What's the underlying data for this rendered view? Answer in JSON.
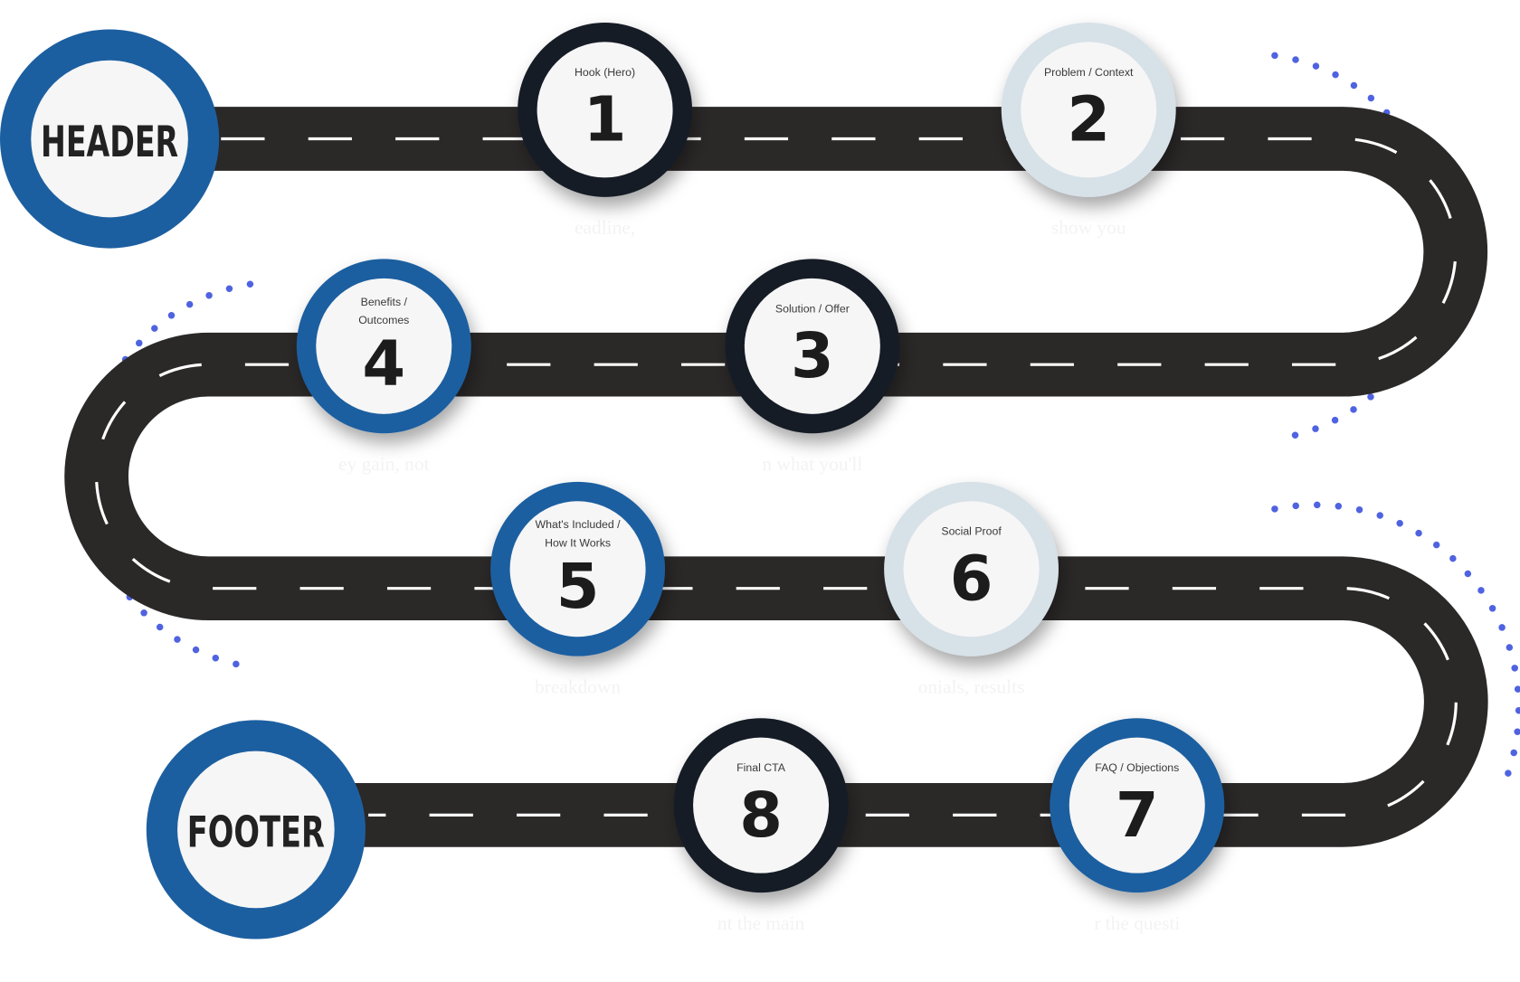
{
  "colors": {
    "road": "#2b2828",
    "dash": "#ffffff",
    "dots": "#4f63e0",
    "blue": "#1c5fa0",
    "dark": "#141c26",
    "light": "#d7e1e8",
    "inner": "#f6f6f6"
  },
  "start": {
    "label": "HEADER"
  },
  "end": {
    "label": "FOOTER"
  },
  "steps": [
    {
      "number": "1",
      "title": [
        "Hook (Hero)"
      ],
      "ring": "dark",
      "caption": "eadline,"
    },
    {
      "number": "2",
      "title": [
        "Problem / Context"
      ],
      "ring": "light",
      "caption": "show you"
    },
    {
      "number": "3",
      "title": [
        "Solution / Offer"
      ],
      "ring": "dark",
      "caption": "n what you'll"
    },
    {
      "number": "4",
      "title": [
        "Benefits /",
        "Outcomes"
      ],
      "ring": "blue",
      "caption": "ey gain, not"
    },
    {
      "number": "5",
      "title": [
        "What's Included /",
        "How It Works"
      ],
      "ring": "blue",
      "caption": "breakdown"
    },
    {
      "number": "6",
      "title": [
        "Social Proof"
      ],
      "ring": "light",
      "caption": "onials, results"
    },
    {
      "number": "7",
      "title": [
        "FAQ / Objections"
      ],
      "ring": "blue",
      "caption": "r the questi"
    },
    {
      "number": "8",
      "title": [
        "Final CTA"
      ],
      "ring": "dark",
      "caption": "nt the main"
    }
  ]
}
